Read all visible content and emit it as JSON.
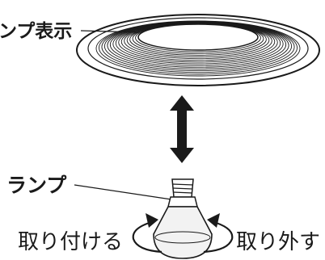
{
  "labels": {
    "lamp_indicator": "ンプ表示",
    "lamp": "ランプ",
    "install": "取り付ける",
    "remove": "取り外す"
  },
  "colors": {
    "line": "#1a1a1a",
    "bulb_fill": "#f2f2f2",
    "background": "#ffffff"
  },
  "icons": {
    "vertical_arrow": "double-headed-arrow-icon",
    "rotate_left": "rotate-arrow-icon",
    "rotate_right": "rotate-arrow-icon"
  }
}
